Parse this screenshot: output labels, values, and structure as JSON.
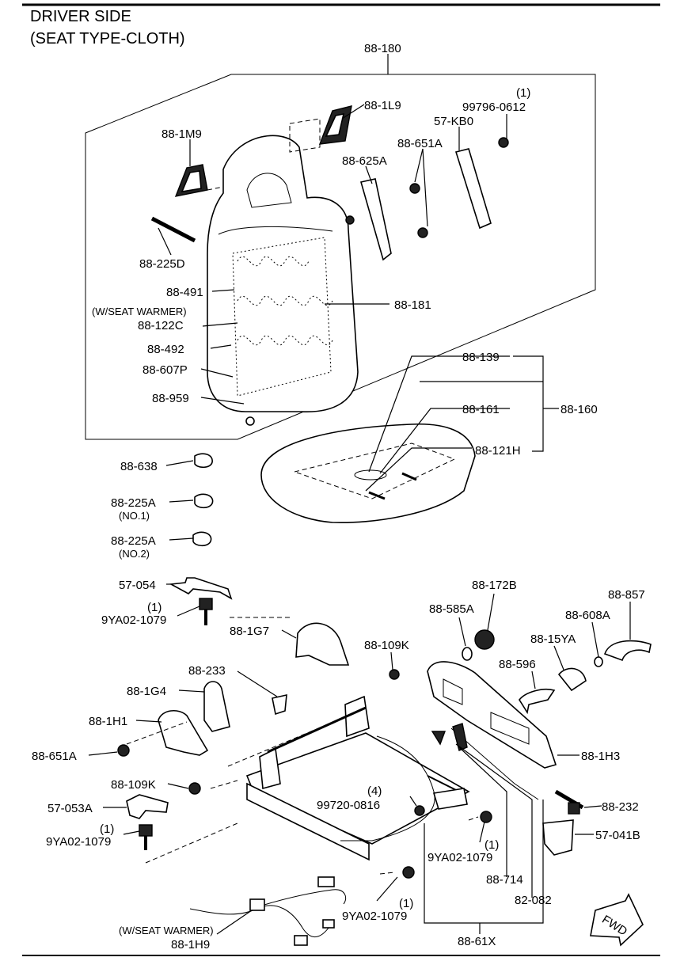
{
  "title": {
    "line1": "DRIVER SIDE",
    "line2": "(SEAT TYPE-CLOTH)"
  },
  "labels": {
    "p88_180": "88-180",
    "p88_1L9": "88-1L9",
    "qty_1_a": "(1)",
    "p99796_0612": "99796-0612",
    "p88_1M9": "88-1M9",
    "p57_KB0": "57-KB0",
    "p88_651A_top": "88-651A",
    "p88_625A": "88-625A",
    "p88_225D": "88-225D",
    "p88_491": "88-491",
    "w_seat_warmer_1": "(W/SEAT WARMER)",
    "p88_181": "88-181",
    "p88_122C": "88-122C",
    "p88_492": "88-492",
    "p88_607P": "88-607P",
    "p88_959": "88-959",
    "p88_139": "88-139",
    "p88_161": "88-161",
    "p88_160": "88-160",
    "p88_121H": "88-121H",
    "p88_638": "88-638",
    "p88_225A_1": "88-225A",
    "no_1": "(NO.1)",
    "p88_225A_2": "88-225A",
    "no_2": "(NO.2)",
    "p57_054": "57-054",
    "qty_1_b": "(1)",
    "p9YA02_1079_a": "9YA02-1079",
    "p88_172B": "88-172B",
    "p88_857": "88-857",
    "p88_585A": "88-585A",
    "p88_608A": "88-608A",
    "p88_1G7": "88-1G7",
    "p88_15YA": "88-15YA",
    "p88_109K_top": "88-109K",
    "p88_596": "88-596",
    "p88_233": "88-233",
    "p88_1G4": "88-1G4",
    "p88_1H1": "88-1H1",
    "p88_1H3": "88-1H3",
    "p88_651A_bot": "88-651A",
    "p88_109K_bot": "88-109K",
    "qty_4": "(4)",
    "p99720_0816": "99720-0816",
    "p88_232": "88-232",
    "p57_053A": "57-053A",
    "qty_1_c": "(1)",
    "p9YA02_1079_b": "9YA02-1079",
    "p57_041B": "57-041B",
    "qty_1_d": "(1)",
    "p9YA02_1079_c": "9YA02-1079",
    "p88_714": "88-714",
    "p82_082": "82-082",
    "qty_1_e": "(1)",
    "p9YA02_1079_d": "9YA02-1079",
    "w_seat_warmer_2": "(W/SEAT WARMER)",
    "p88_1H9": "88-1H9",
    "p88_61X": "88-61X",
    "fwd": "FWD"
  }
}
